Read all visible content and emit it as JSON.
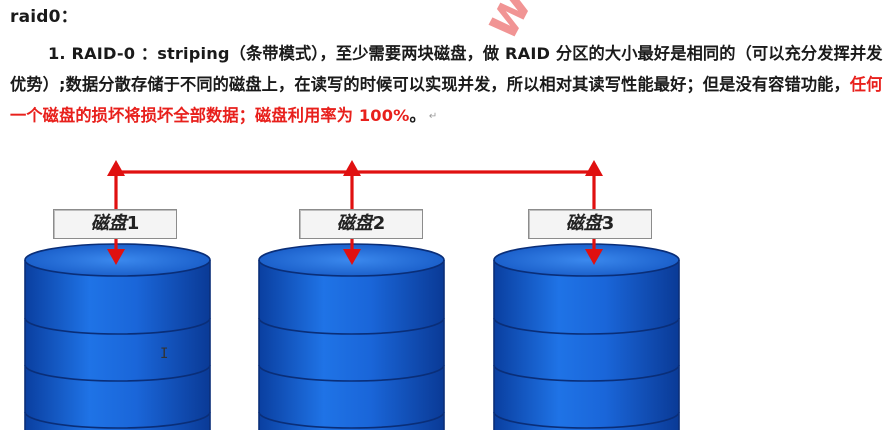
{
  "title": "raid0：",
  "paragraph": {
    "text_black": "1. RAID-0 ：striping（条带模式），至少需要两块磁盘，做 RAID 分区的大小最好是相同的（可以充分发挥并发优势）;数据分散存储于不同的磁盘上，在读写的时候可以实现并发，所以相对其读写性能最好；但是没有容错功能，",
    "text_red": "任何一个磁盘的损坏将损坏全部数据；磁盘利用率为 100%",
    "text_end": "。"
  },
  "watermark": "www.xuegod.cn",
  "disks": [
    {
      "label_text": "磁盘",
      "label_num": "1"
    },
    {
      "label_text": "磁盘",
      "label_num": "2"
    },
    {
      "label_text": "磁盘",
      "label_num": "3"
    }
  ],
  "colors": {
    "text": "#1a1a1a",
    "highlight_red": "#e8201c",
    "arrow_red": "#e01010",
    "disk_blue": "#1464d8",
    "disk_blue_dark": "#0a3fa0",
    "disk_top": "#2e7be8"
  },
  "icons": {
    "text_cursor": "I-beam-icon",
    "paragraph_mark": "↵"
  }
}
